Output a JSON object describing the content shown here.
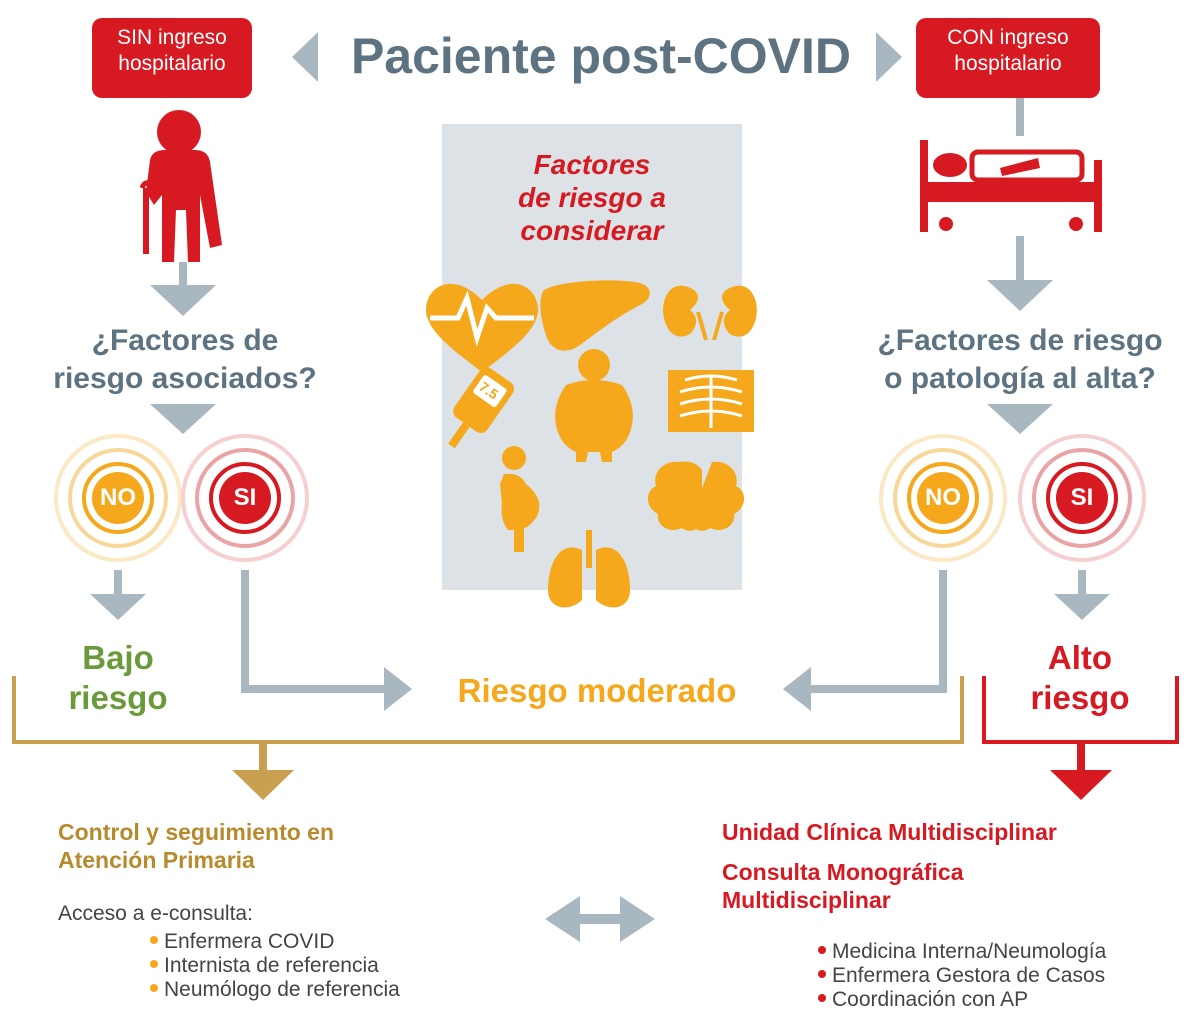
{
  "header": {
    "left_box": "SIN ingreso hospitalario",
    "title": "Paciente post-COVID",
    "right_box": "CON ingreso hospitalario"
  },
  "left_branch": {
    "question": [
      "¿Factores de",
      "riesgo asociados?"
    ],
    "no_label": "NO",
    "si_label": "SI",
    "low_risk": [
      "Bajo",
      "riesgo"
    ]
  },
  "right_branch": {
    "question": [
      "¿Factores de riesgo",
      "o patología al alta?"
    ],
    "no_label": "NO",
    "si_label": "SI",
    "high_risk": [
      "Alto",
      "riesgo"
    ]
  },
  "risk_factors": {
    "title": [
      "Factores",
      "de riesgo a",
      "considerar"
    ],
    "icons": [
      "heart-icon",
      "liver-icon",
      "kidneys-icon",
      "glucometer-icon",
      "obesity-icon",
      "chest-xray-icon",
      "pregnancy-icon",
      "brain-icon",
      "lungs-icon"
    ],
    "glucometer_reading": "7.5"
  },
  "moderate_risk": "Riesgo moderado",
  "primary_care": {
    "title": [
      "Control y seguimiento en",
      "Atención Primaria"
    ],
    "intro": "Acceso a e-consulta:",
    "items": [
      "Enfermera COVID",
      "Internista de referencia",
      "Neumólogo de referencia"
    ]
  },
  "specialist": {
    "title1": "Unidad Clínica Multidisciplinar",
    "title2": [
      "Consulta Monográfica",
      "Multidisciplinar"
    ],
    "items": [
      "Medicina Interna/Neumología",
      "Enfermera Gestora de Casos",
      "Coordinación con AP"
    ]
  },
  "colors": {
    "red": "#d71921",
    "grey": "#a9b7c1",
    "title_grey": "#5e7382",
    "orange": "#f5a81c",
    "green": "#6a9a3a",
    "gold": "#b88a2e",
    "panel": "#dde2e6"
  }
}
